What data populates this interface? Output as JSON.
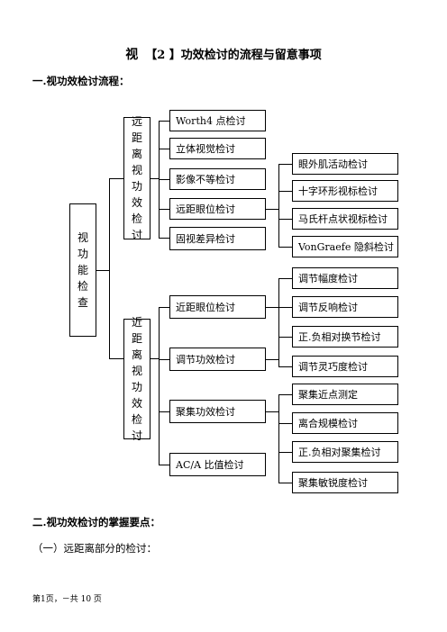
{
  "title": {
    "prefix": "视",
    "main": "【2 】功效检讨的流程与留意事项"
  },
  "section1_heading": "一.视功效检讨流程：",
  "diagram": {
    "root": "视功能检查",
    "far": {
      "label": "远距离视功效检讨",
      "items": [
        "Worth4 点检讨",
        "立体视觉检讨",
        "影像不等检讨",
        "远距眼位检讨",
        "固视差异检讨"
      ],
      "eye_position_details": [
        "眼外肌活动检讨",
        "十字环形视标检讨",
        "马氏杆点状视标检讨",
        "VonGraefe 隐斜检讨"
      ]
    },
    "near": {
      "label": "近距离视功效检讨",
      "items": [
        "近距眼位检讨",
        "调节功效检讨",
        "聚集功效检讨",
        "AC/A 比值检讨"
      ],
      "accommodation_details": [
        "调节幅度检讨",
        "调节反响检讨",
        "正.负相对换节检讨",
        "调节灵巧度检讨"
      ],
      "convergence_details": [
        "聚集近点测定",
        "离合规模检讨",
        "正.负相对聚集检讨",
        "聚集敏锐度检讨"
      ]
    }
  },
  "section2_heading": "二.视功效检讨的掌握要点：",
  "subsection1": "（一）远距离部分的检讨：",
  "footer": "第1页，－共 10 页"
}
